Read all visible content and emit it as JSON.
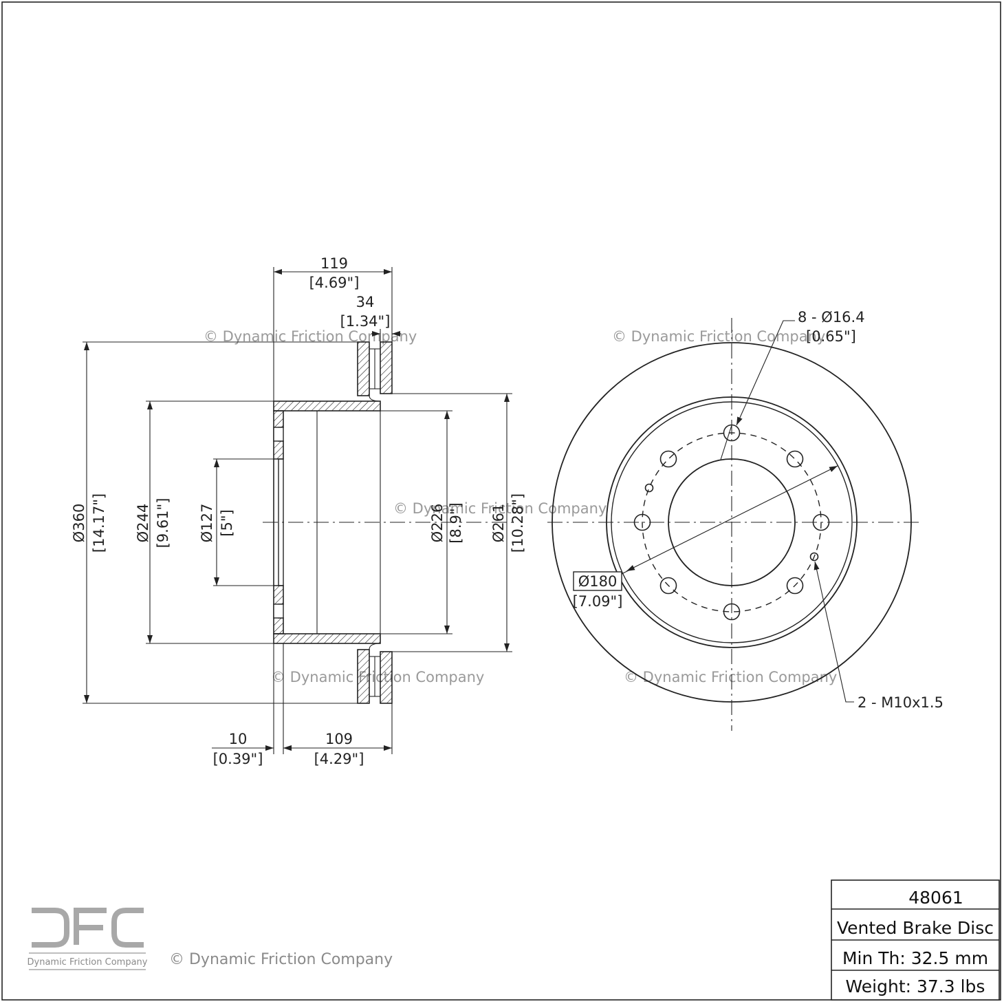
{
  "watermark": "© Dynamic Friction Company",
  "logo": {
    "letters": "DFC",
    "caption": "Dynamic Friction Company"
  },
  "colors": {
    "line": "#222222",
    "watermark": "#9a9a9a",
    "logo": "#a8a8a8",
    "background": "#ffffff"
  },
  "side_view": {
    "overall_width": {
      "mm": "119",
      "in": "[4.69\"]"
    },
    "disc_thickness": {
      "mm": "34",
      "in": "[1.34\"]"
    },
    "outer_diameter": {
      "mm": "Ø360",
      "in": "[14.17\"]"
    },
    "hat_diameter": {
      "mm": "Ø244",
      "in": "[9.61\"]"
    },
    "center_bore": {
      "mm": "Ø127",
      "in": "[5\"]"
    },
    "inner_diameter": {
      "mm": "Ø226",
      "in": "[8.9\"]"
    },
    "friction_inner_diameter": {
      "mm": "Ø261",
      "in": "[10.28\"]"
    },
    "hat_thickness": {
      "mm": "10",
      "in": "[0.39\"]"
    },
    "hat_depth": {
      "mm": "109",
      "in": "[4.29\"]"
    }
  },
  "front_view": {
    "bolt_holes": {
      "mm": "8 - Ø16.4",
      "in": "[0.65\"]"
    },
    "bolt_circle": {
      "mm": "Ø180",
      "in": "[7.09\"]"
    },
    "threaded_holes": "2 - M10x1.5"
  },
  "title_block": {
    "part_number": "48061",
    "description": "Vented Brake Disc",
    "min_thickness": "Min Th: 32.5 mm",
    "weight": "Weight: 37.3 lbs"
  }
}
